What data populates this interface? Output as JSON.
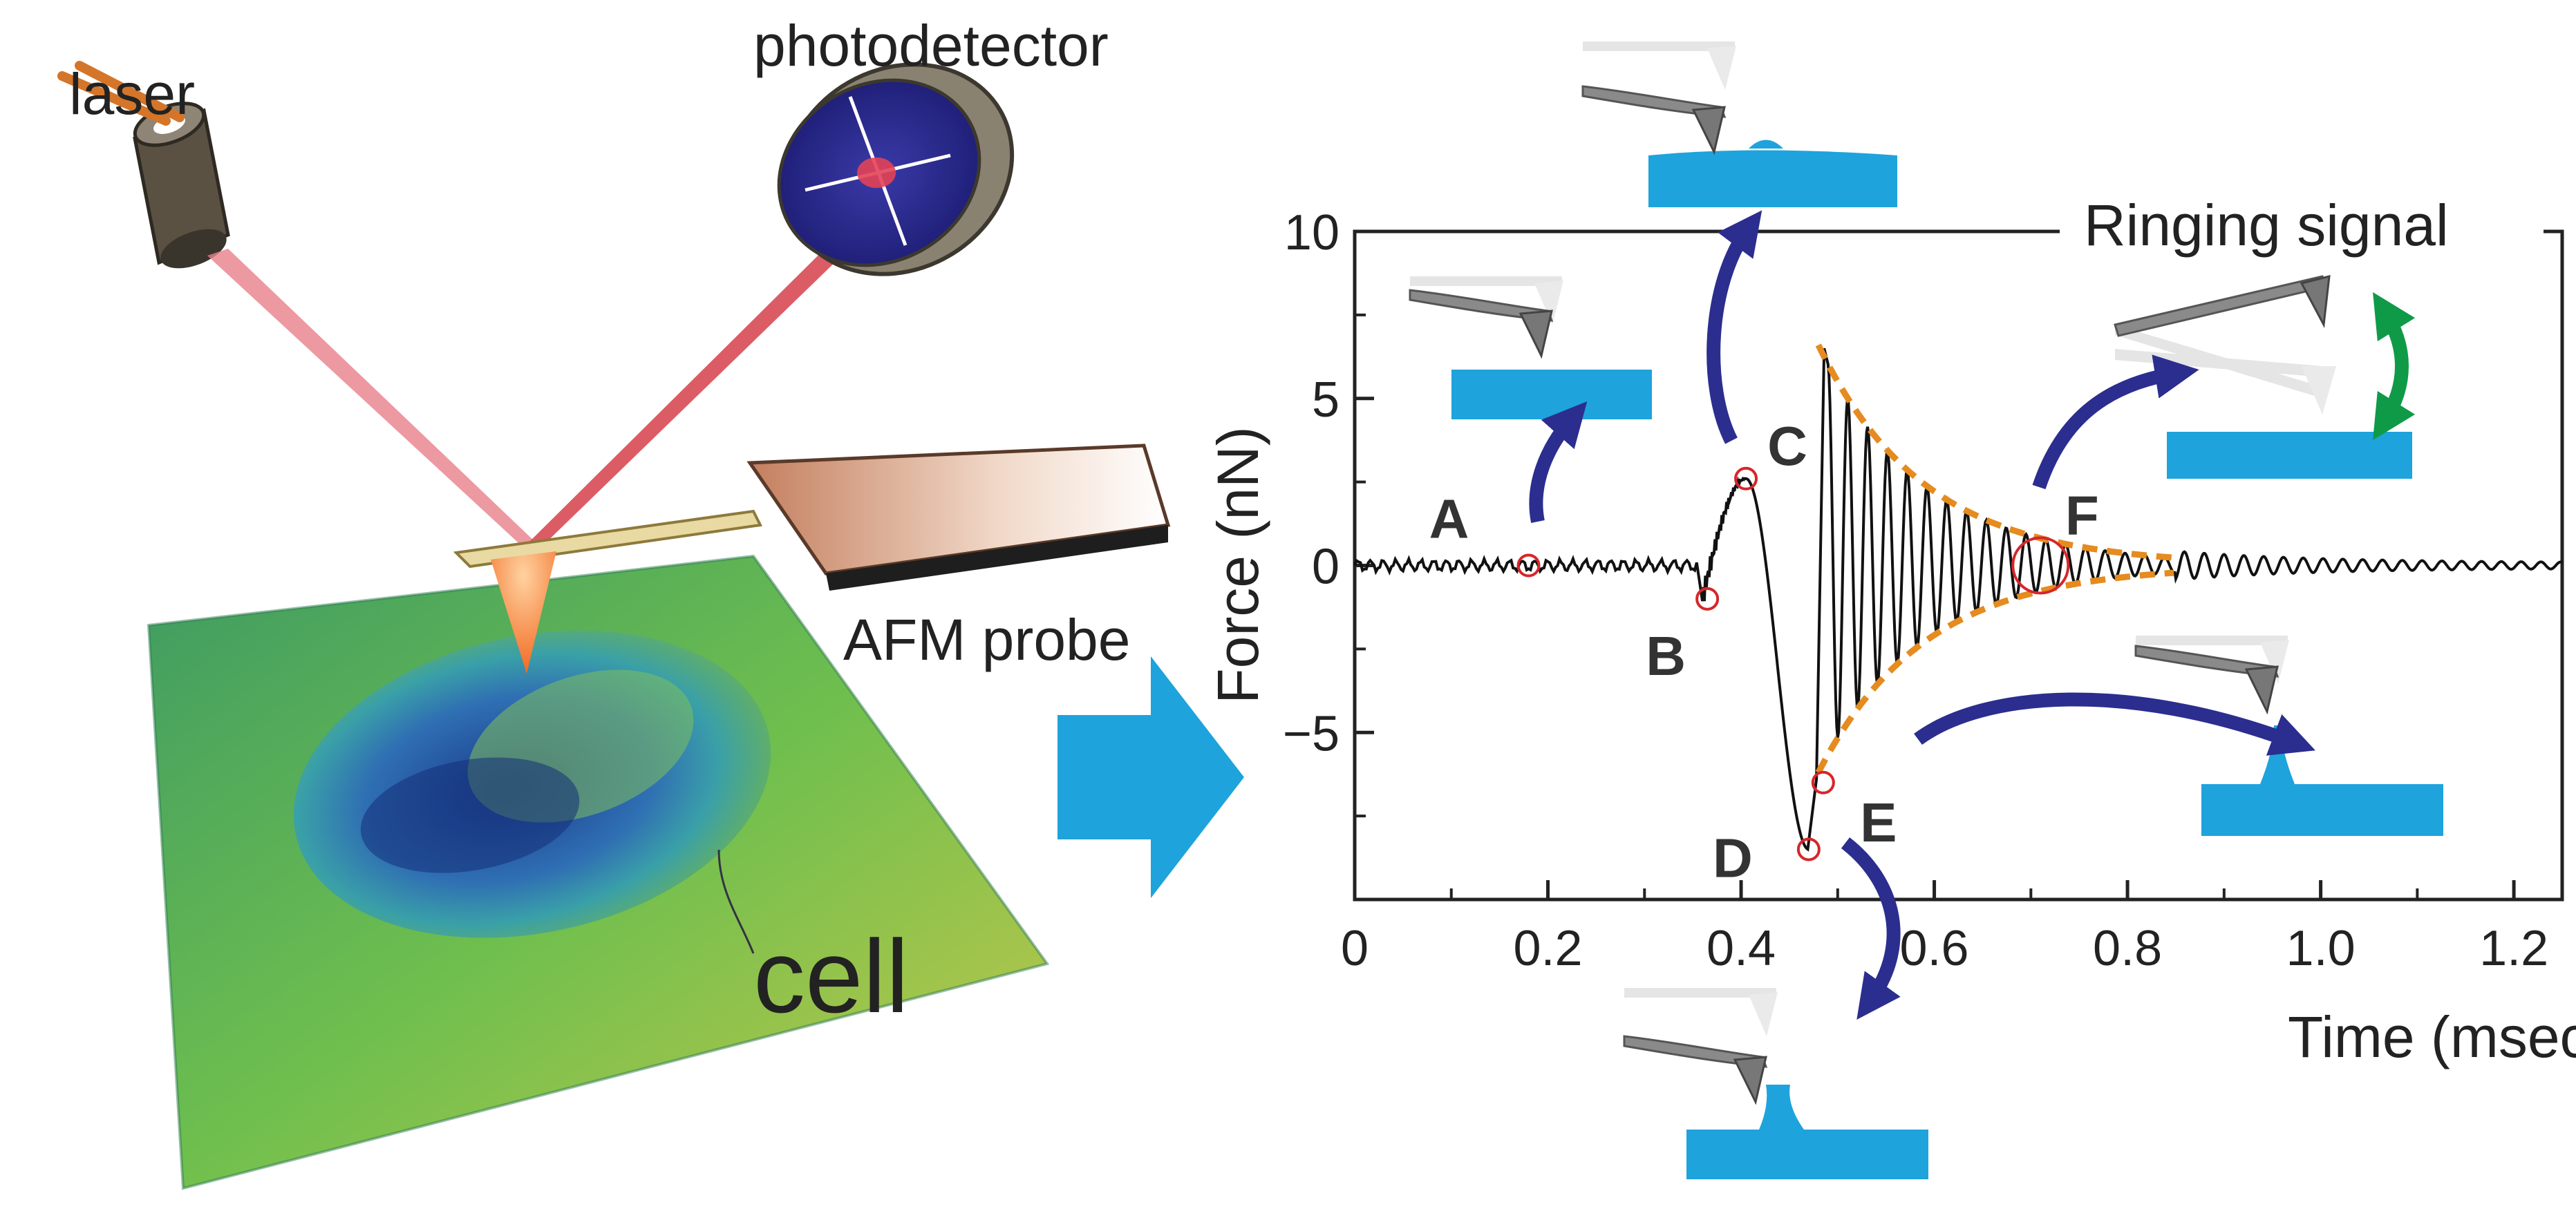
{
  "setup": {
    "laser_label": "laser",
    "photodetector_label": "photodetector",
    "probe_label": "AFM probe",
    "cell_label": "cell"
  },
  "chart_data": {
    "type": "line",
    "xlabel": "Time (msec)",
    "ylabel": "Force (nN)",
    "xlim": [
      0,
      1.25
    ],
    "ylim": [
      -10,
      10
    ],
    "xticks": [
      "0",
      "0.2",
      "0.4",
      "0.6",
      "0.8",
      "1.0",
      "1.2"
    ],
    "yticks": [
      "10",
      "5",
      "0",
      "−5"
    ],
    "annotation": "Ringing signal",
    "series": [
      {
        "style": "solid black",
        "x": [
          0,
          0.1,
          0.18,
          0.3,
          0.36,
          0.37,
          0.39,
          0.405,
          0.42,
          0.45,
          0.47,
          0.485,
          0.495,
          0.55,
          0.6,
          0.7,
          0.8,
          0.85,
          0.9,
          1.0,
          1.1,
          1.25
        ],
        "y": [
          0,
          0,
          0,
          0,
          -1.0,
          0.5,
          2.0,
          2.6,
          1.5,
          -4.0,
          -7.5,
          -8.5,
          6.5,
          4.5,
          3.2,
          1.8,
          0.9,
          0.5,
          0.05,
          0,
          0,
          0
        ]
      }
    ],
    "envelope": {
      "style": "dashed orange",
      "x_start": 0.48,
      "x_end": 0.85,
      "upper_start": 6.6,
      "lower_start": -6.2,
      "tau": 0.11
    },
    "ringing": {
      "x_start": 0.49,
      "x_end": 0.85,
      "period": 0.0205
    },
    "points": [
      {
        "label": "A",
        "x": 0.18,
        "y": 0
      },
      {
        "label": "B",
        "x": 0.365,
        "y": -1.0
      },
      {
        "label": "C",
        "x": 0.405,
        "y": 2.6
      },
      {
        "label": "D",
        "x": 0.47,
        "y": -8.5
      },
      {
        "label": "E",
        "x": 0.485,
        "y": -6.5
      },
      {
        "label": "F",
        "x": 0.71,
        "y": 0
      }
    ]
  },
  "colors": {
    "substrate": "#1ea3dc",
    "arrow": "#2b2e8e",
    "green_arrow": "#0f9a48",
    "envelope": "#e58b1f",
    "marker": "#d6262a",
    "laser_beam": "#d94e58",
    "probe_chip": "#c98a6a",
    "big_arrow": "#1ea3dc"
  }
}
